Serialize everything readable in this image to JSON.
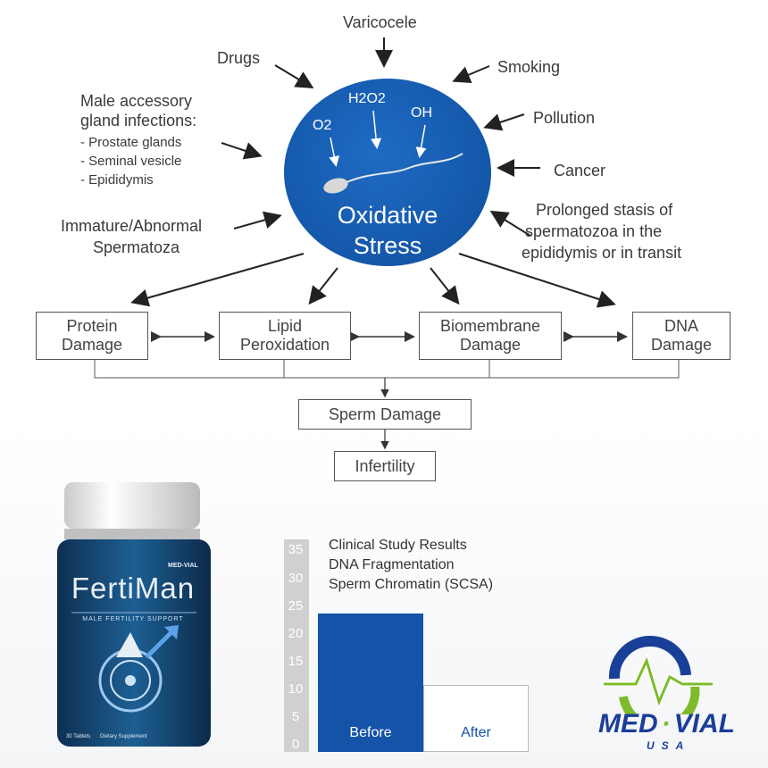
{
  "diagram": {
    "center": {
      "line1": "Oxidative",
      "line2": "Stress"
    },
    "inner": [
      "O2",
      "H2O2",
      "OH"
    ],
    "causes": {
      "varicocele": "Varicocele",
      "drugs": "Drugs",
      "smoking": "Smoking",
      "pollution": "Pollution",
      "cancer": "Cancer",
      "male_acc": [
        "Male accessory",
        "gland infections:"
      ],
      "male_acc_items": [
        "- Prostate glands",
        "- Seminal vesicle",
        "- Epididymis"
      ],
      "immature": [
        "Immature/Abnormal",
        "Spermatoza"
      ],
      "prolonged": [
        "Prolonged stasis of",
        "spermatozoa in the",
        "epididymis or in transit"
      ]
    },
    "effects": [
      [
        "Protein",
        "Damage"
      ],
      [
        "Lipid",
        "Peroxidation"
      ],
      [
        "Biomembrane",
        "Damage"
      ],
      [
        "DNA",
        "Damage"
      ]
    ],
    "sperm_damage": "Sperm Damage",
    "infertility": "Infertility"
  },
  "product": {
    "brand_small": "MED-VIAL",
    "name": "FertiMan",
    "tagline": "MALE FERTILITY SUPPORT",
    "count": "30 Tablets",
    "type": "Dietary Supplement"
  },
  "chart_data": {
    "type": "bar",
    "title_lines": [
      "Clinical Study Results",
      "DNA Fragmentation",
      "Sperm Chromatin (SCSA)"
    ],
    "categories": [
      "Before",
      "After"
    ],
    "values": [
      25,
      12
    ],
    "yticks": [
      "0",
      "5",
      "10",
      "15",
      "20",
      "25",
      "30",
      "35"
    ],
    "ylim": [
      0,
      37
    ],
    "colors": {
      "before": "#1453a8",
      "after": "#ffffff"
    }
  },
  "logo": {
    "name_left": "MED",
    "sep": "·",
    "name_right": "VIAL",
    "sub": "USA",
    "colors": {
      "blue": "#1a3f99",
      "green": "#7dbb2a"
    }
  }
}
